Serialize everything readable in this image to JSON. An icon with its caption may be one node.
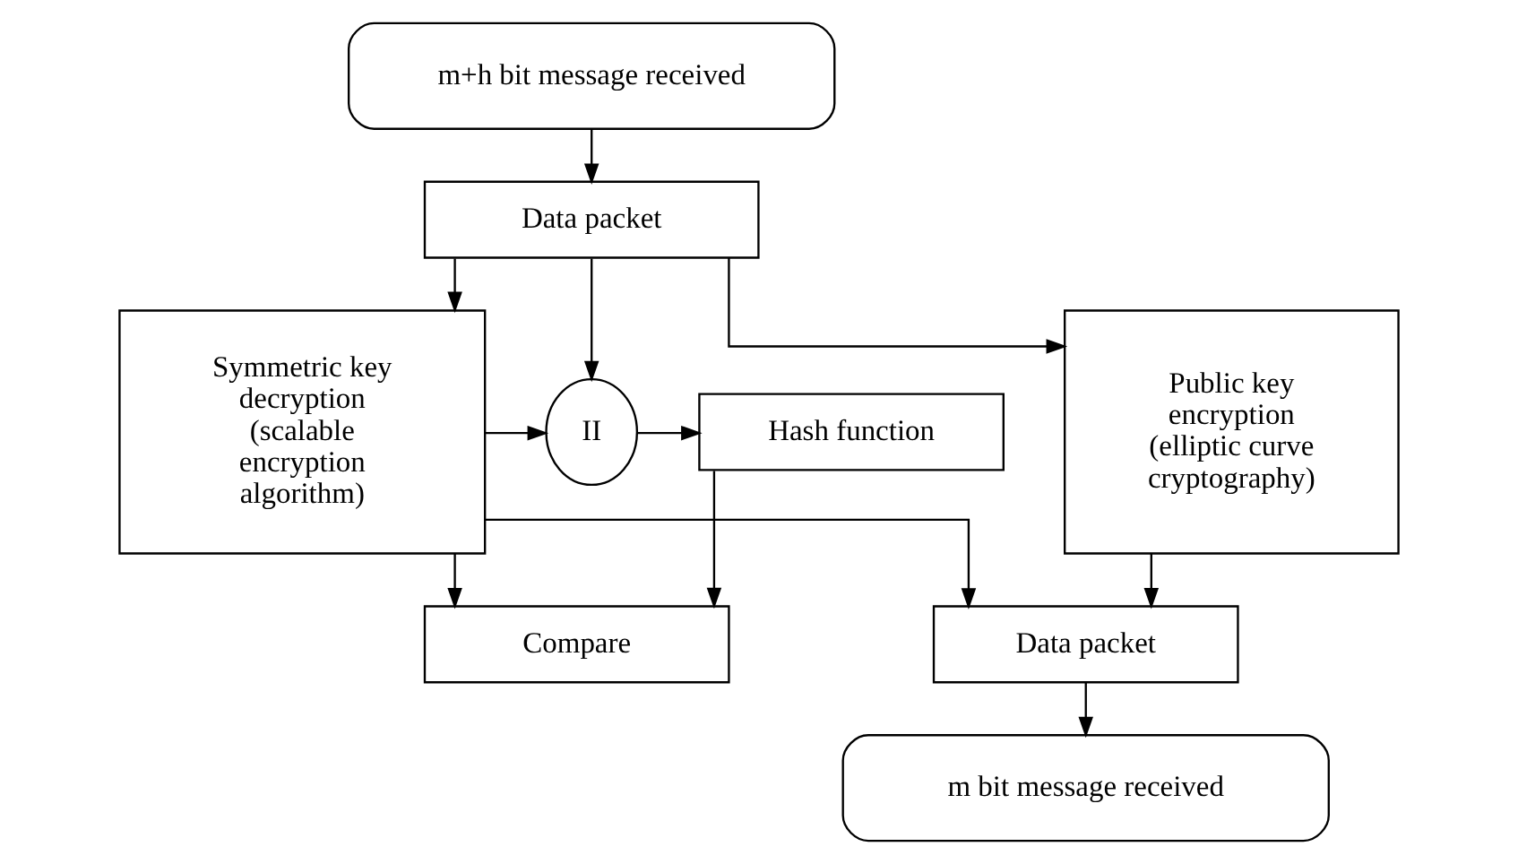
{
  "diagram": {
    "nodes": [
      {
        "text": [
          "m+h bit message received"
        ]
      },
      {
        "text": [
          "Data packet"
        ]
      },
      {
        "text": [
          "Symmetric key decryption (scalable encryption algorithm)"
        ]
      },
      {
        "text": [
          "II"
        ]
      },
      {
        "text": [
          "Hash function"
        ]
      },
      {
        "text": [
          "Public key encryption (elliptic curve cryptography)"
        ]
      },
      {
        "text": [
          "Compare"
        ]
      },
      {
        "text": [
          "Data packet"
        ]
      },
      {
        "text": [
          "m bit message received"
        ]
      }
    ],
    "edges": [
      {
        "from": 0,
        "to": 1,
        "arrow": "to"
      },
      {
        "from": 1,
        "to": 2,
        "arrow": "to"
      },
      {
        "from": 1,
        "to": 3,
        "arrow": "to"
      },
      {
        "from": 1,
        "to": 5,
        "arrow": "to"
      },
      {
        "from": 2,
        "to": 3,
        "arrow": "to"
      },
      {
        "from": 3,
        "to": 4,
        "arrow": "to"
      },
      {
        "from": 4,
        "to": 6,
        "arrow": "to"
      },
      {
        "from": 2,
        "to": 6,
        "arrow": "to"
      },
      {
        "from": 2,
        "to": 7,
        "arrow": "to"
      },
      {
        "from": 5,
        "to": 7,
        "arrow": "to"
      },
      {
        "from": 7,
        "to": 8,
        "arrow": "to"
      }
    ]
  }
}
